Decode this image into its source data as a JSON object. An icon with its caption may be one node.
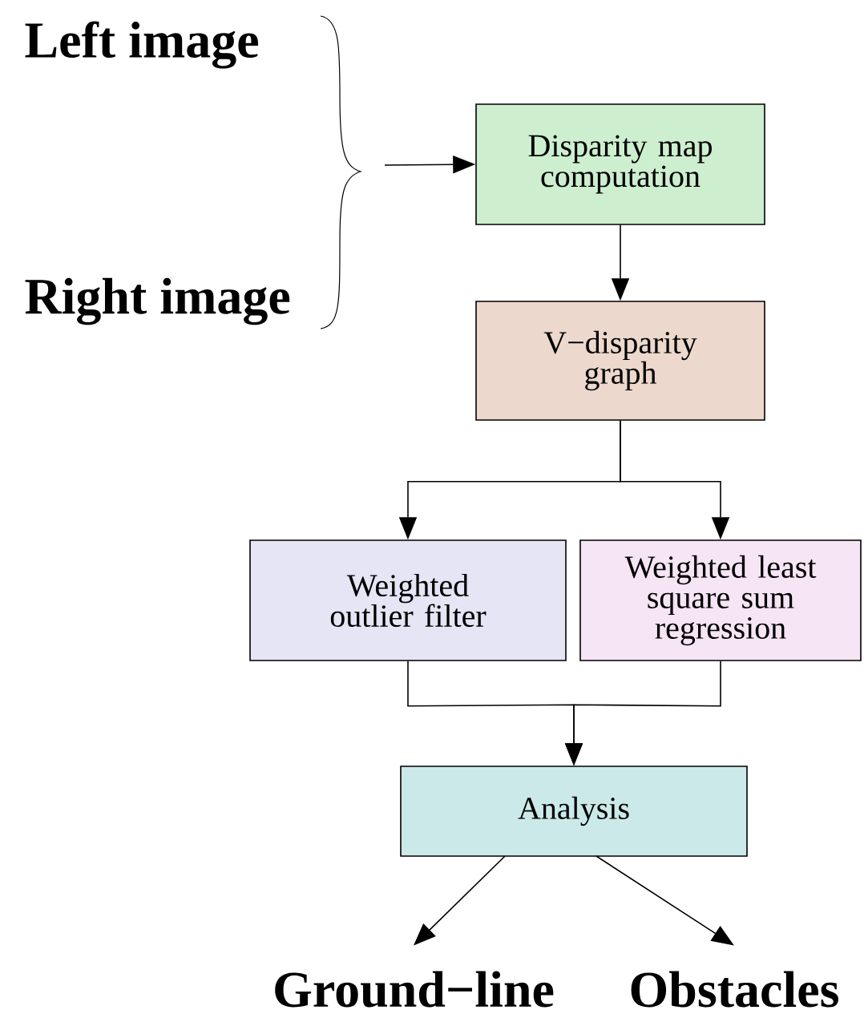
{
  "diagram": {
    "nodes": [
      {
        "text": [
          "Disparity map computation"
        ]
      },
      {
        "text": [
          "V−disparity graph"
        ]
      },
      {
        "text": [
          "Weighted outlier filter"
        ]
      },
      {
        "text": [
          "Weighted least square sum regression"
        ]
      },
      {
        "text": [
          "Analysis"
        ]
      },
      {
        "text": [
          "Ground−line"
        ]
      },
      {
        "text": [
          "Obstacles"
        ]
      }
    ],
    "edges": [
      {
        "from": null,
        "to": 0,
        "arrow": "to"
      },
      {
        "from": 0,
        "to": 1,
        "arrow": "to"
      },
      {
        "from": 1,
        "to": 2,
        "arrow": "to"
      },
      {
        "from": 1,
        "to": 3,
        "arrow": "to"
      },
      {
        "from": 2,
        "to": 4,
        "arrow": "to"
      },
      {
        "from": 3,
        "to": 4,
        "arrow": "to"
      },
      {
        "from": 4,
        "to": 5,
        "arrow": "to"
      },
      {
        "from": 4,
        "to": 6,
        "arrow": "to"
      }
    ],
    "labels": [
      "Left image",
      "Right image"
    ]
  }
}
